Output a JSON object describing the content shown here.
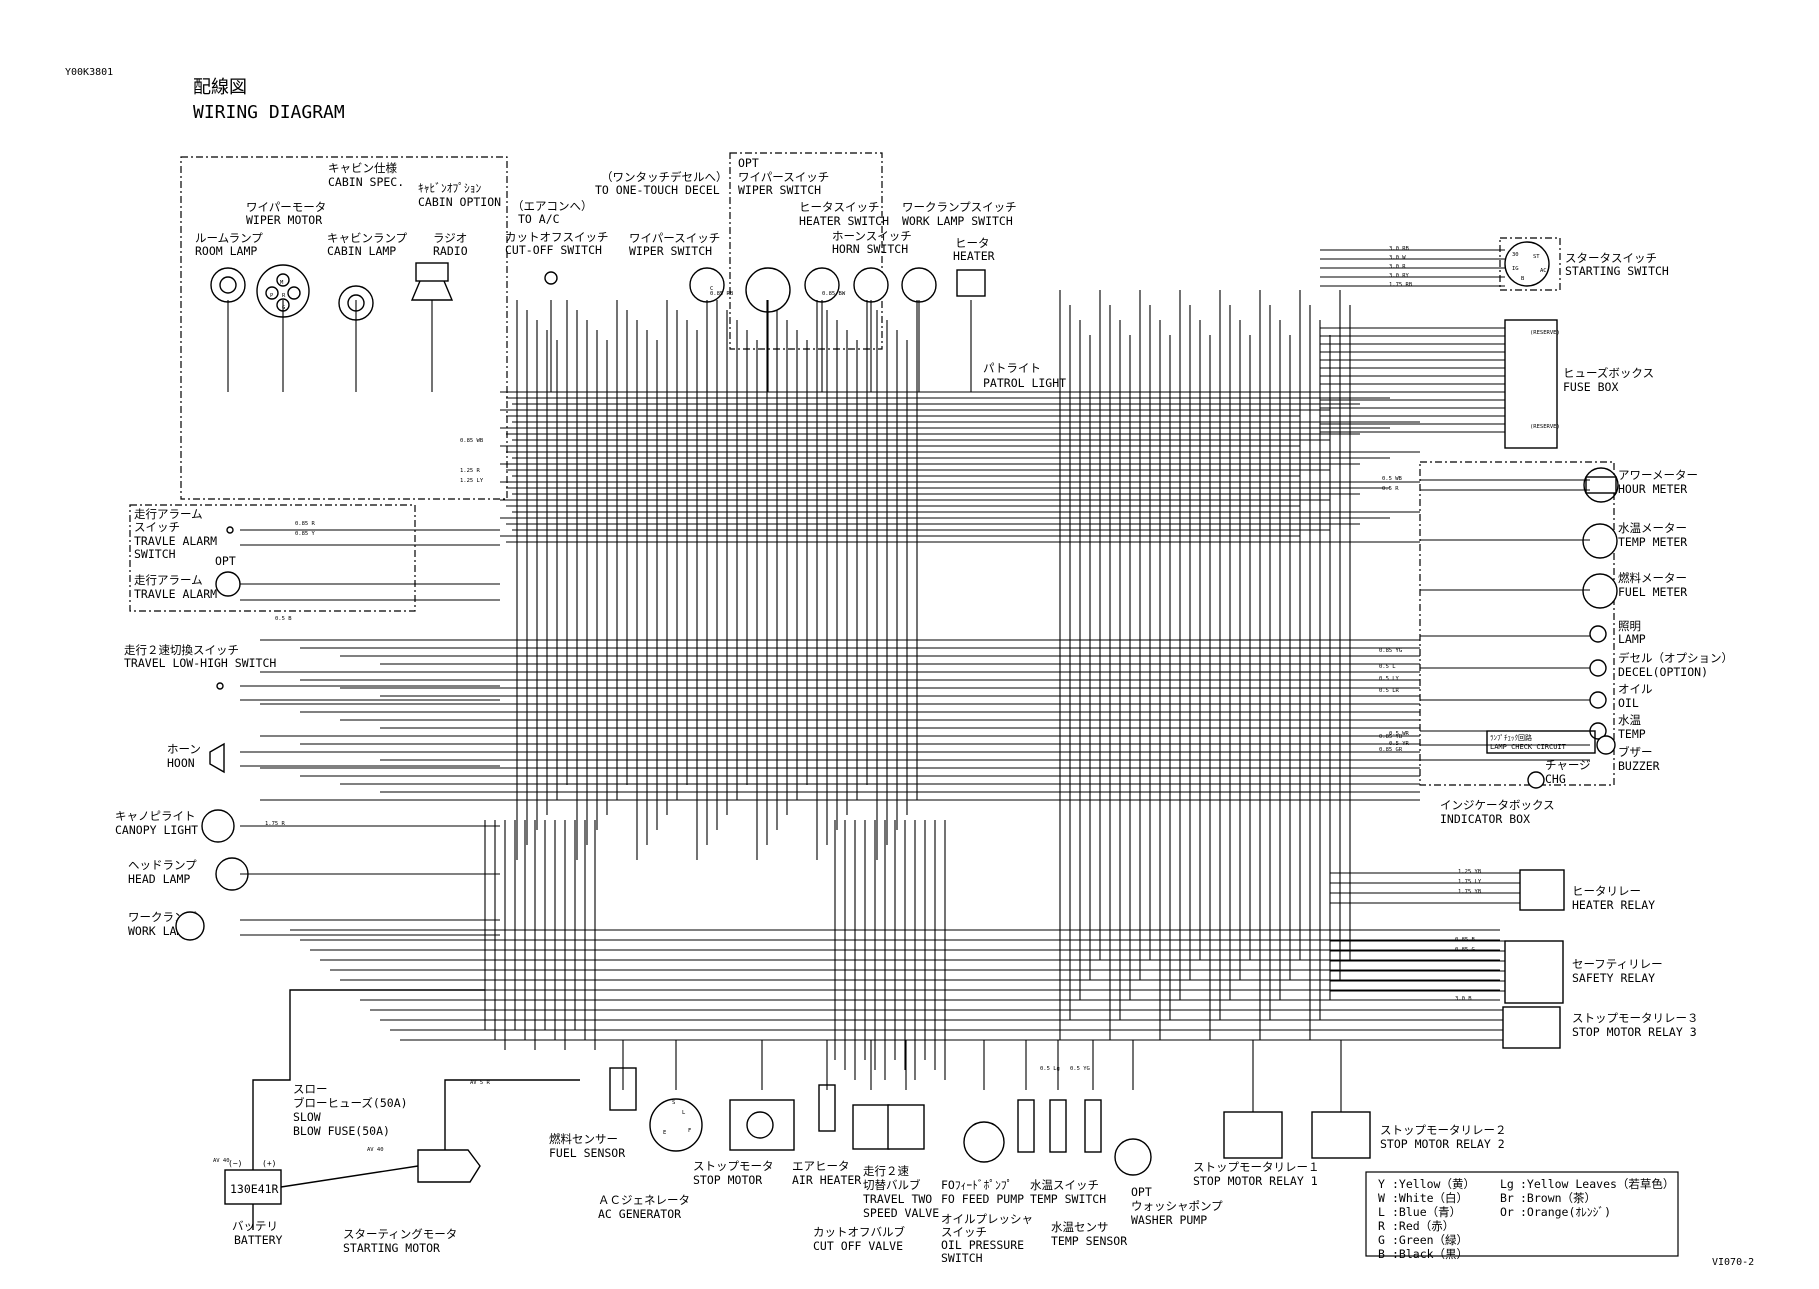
{
  "doc": {
    "id": "Y00K3801",
    "page": "VI070-2"
  },
  "title": {
    "ja": "配線図",
    "en": "WIRING DIAGRAM"
  },
  "groups": {
    "cabin_spec": {
      "ja": "キャビン仕様",
      "en": "CABIN SPEC."
    },
    "cabin_option": {
      "ja": "ｷｬﾋﾞﾝｵﾌﾟｼｮﾝ",
      "en": "CABIN OPTION"
    },
    "to_ac": {
      "ja": "（エアコンへ）",
      "en": "TO A/C"
    },
    "to_decel": {
      "ja": "（ワンタッチデセルへ）",
      "en": "TO ONE-TOUCH DECEL"
    },
    "opt_wiper": {
      "opt": "OPT",
      "ja": "ワイパースイッチ",
      "en": "WIPER SWITCH"
    },
    "indicator_box": {
      "ja": "インジケータボックス",
      "en": "INDICATOR BOX"
    },
    "lamp_check": {
      "ja": "ﾗﾝﾌﾟﾁｪｯｸ回路",
      "en": "LAMP CHECK CIRCUIT"
    }
  },
  "components": {
    "wiper_motor": {
      "ja": "ワイパーモータ",
      "en": "WIPER MOTOR"
    },
    "room_lamp": {
      "ja": "ルームランプ",
      "en": "ROOM LAMP"
    },
    "cabin_lamp": {
      "ja": "キャビンランプ",
      "en": "CABIN LAMP"
    },
    "radio": {
      "ja": "ラジオ",
      "en": "RADIO"
    },
    "cutoff_switch": {
      "ja": "カットオフスイッチ",
      "en": "CUT-OFF SWITCH"
    },
    "wiper_switch": {
      "ja": "ワイパースイッチ",
      "en": "WIPER SWITCH"
    },
    "heater_switch": {
      "ja": "ヒータスイッチ",
      "en": "HEATER SWITCH"
    },
    "work_lamp_switch": {
      "ja": "ワークランプスイッチ",
      "en": "WORK LAMP SWITCH"
    },
    "horn_switch": {
      "ja": "ホーンスイッチ",
      "en": "HORN SWITCH"
    },
    "heater": {
      "ja": "ヒータ",
      "en": "HEATER"
    },
    "patrol_light": {
      "ja": "パトライト",
      "en": "PATROL LIGHT"
    },
    "starting_switch": {
      "ja": "スタータスイッチ",
      "en": "STARTING SWITCH"
    },
    "fuse_box": {
      "ja": "ヒューズボックス",
      "en": "FUSE BOX"
    },
    "travel_alarm_switch": {
      "ja1": "走行アラーム",
      "ja2": "スイッチ",
      "en1": "TRAVLE ALARM",
      "en2": "SWITCH"
    },
    "travel_alarm": {
      "ja": "走行アラーム",
      "en": "TRAVLE ALARM",
      "opt": "OPT"
    },
    "travel_lowhigh": {
      "ja": "走行２速切換スイッチ",
      "en": "TRAVEL LOW-HIGH SWITCH"
    },
    "horn": {
      "ja": "ホーン",
      "en": "HOON"
    },
    "canopy_light": {
      "ja": "キャノピライト",
      "en": "CANOPY LIGHT"
    },
    "head_lamp": {
      "ja": "ヘッドランプ",
      "en": "HEAD LAMP"
    },
    "work_lamp": {
      "ja": "ワークランプ",
      "en": "WORK LAMP"
    },
    "hour_meter": {
      "ja": "アワーメーター",
      "en": "HOUR METER"
    },
    "temp_meter": {
      "ja": "水温メーター",
      "en": "TEMP METER"
    },
    "fuel_meter": {
      "ja": "燃料メーター",
      "en": "FUEL METER"
    },
    "lamp": {
      "ja": "照明",
      "en": "LAMP"
    },
    "decel": {
      "ja": "デセル（オプション）",
      "en": "DECEL(OPTION)"
    },
    "oil": {
      "ja": "オイル",
      "en": "OIL"
    },
    "temp": {
      "ja": "水温",
      "en": "TEMP"
    },
    "buzzer": {
      "ja": "ブザー",
      "en": "BUZZER"
    },
    "charge": {
      "ja": "チャージ",
      "en": "CHG"
    },
    "heater_relay": {
      "ja": "ヒータリレー",
      "en": "HEATER RELAY"
    },
    "safety_relay": {
      "ja": "セーフティリレー",
      "en": "SAFETY RELAY"
    },
    "stop_relay3": {
      "ja": "ストップモータリレー３",
      "en": "STOP MOTOR RELAY 3"
    },
    "stop_relay2": {
      "ja": "ストップモータリレー２",
      "en": "STOP MOTOR RELAY 2"
    },
    "stop_relay1": {
      "ja": "ストップモータリレー１",
      "en": "STOP MOTOR RELAY 1"
    },
    "slow_blow_fuse": {
      "ja1": "スロー",
      "ja2": "ブローヒューズ(50A)",
      "en1": "SLOW",
      "en2": "BLOW FUSE(50A)"
    },
    "battery": {
      "ja": "バッテリ",
      "en": "BATTERY",
      "model": "130E41R",
      "minus": "(−)",
      "plus": "(+)"
    },
    "starting_motor": {
      "ja": "スターティングモータ",
      "en": "STARTING MOTOR"
    },
    "fuel_sensor": {
      "ja": "燃料センサー",
      "en": "FUEL SENSOR"
    },
    "ac_generator": {
      "ja": "ＡＣジェネレータ",
      "en": "AC GENERATOR"
    },
    "stop_motor": {
      "ja": "ストップモータ",
      "en": "STOP MOTOR"
    },
    "air_heater": {
      "ja": "エアヒータ",
      "en": "AIR HEATER"
    },
    "travel_two_speed": {
      "ja1": "走行２速",
      "ja2": "切替バルブ",
      "en1": "TRAVEL TWO",
      "en2": "SPEED VALVE"
    },
    "cutoff_valve": {
      "ja": "カットオフバルブ",
      "en": "CUT OFF VALVE"
    },
    "fo_feed_pump": {
      "ja": "FOﾌｨｰﾄﾞﾎﾟﾝﾌﾟ",
      "en": "FO FEED PUMP"
    },
    "oil_pressure": {
      "ja1": "オイルプレッシャ",
      "ja2": "スイッチ",
      "en1": "OIL PRESSURE",
      "en2": "SWITCH"
    },
    "temp_switch": {
      "ja": "水温スイッチ",
      "en": "TEMP SWITCH"
    },
    "temp_sensor": {
      "ja": "水温センサ",
      "en": "TEMP SENSOR"
    },
    "washer_pump": {
      "opt": "OPT",
      "ja": "ウォッシャポンプ",
      "en": "WASHER PUMP"
    }
  },
  "legend": [
    {
      "code": "Y",
      "name": ":Yellow（黄）"
    },
    {
      "code": "W",
      "name": ":White（白）"
    },
    {
      "code": "L",
      "name": ":Blue（青）"
    },
    {
      "code": "R",
      "name": ":Red（赤）"
    },
    {
      "code": "G",
      "name": ":Green（緑）"
    },
    {
      "code": "B",
      "name": ":Black（黒）"
    }
  ],
  "legend2": [
    {
      "code": "Lg",
      "name": ":Yellow Leaves（若草色）"
    },
    {
      "code": "Br",
      "name": ":Brown（茶）"
    },
    {
      "code": "Or",
      "name": ":Orange(ｵﾚﾝｼﾞ)"
    }
  ],
  "wires": {
    "w1": "3.0 RB",
    "w2": "3.0 W",
    "w3": "3.0 R",
    "w4": "3.0 RY",
    "w5": "1.75 RB",
    "w6": "0.5 WB",
    "w7": "0.5 R",
    "w8": "0.85 WB",
    "w9": "1.25 LY",
    "w10": "1.25 R",
    "w11": "0.5 L",
    "w12": "0.5 LY",
    "w13": "0.5 LR",
    "w14": "0.85 YG",
    "w15": "0.85 YB",
    "w16": "0.85 GR",
    "w17": "1.25 YB",
    "w18": "1.75 LY",
    "w19": "0.85 R",
    "w20": "1.75 R",
    "w21": "0.85 Y",
    "w22": "0.5 B",
    "w23": "0.85 B",
    "w24": "0.85 G",
    "w25": "0.5 WR",
    "w26": "0.5 YR",
    "w27": "3.0 B",
    "w28": "AV 5 R",
    "w29": "AV 40",
    "w30": "AV 40",
    "w31": "1.75 YB",
    "w32": "0.5 Lg",
    "w33": "0.5 YG",
    "w34": "0.85 RB",
    "w35": "0.85 BW"
  },
  "terminals": {
    "t1": "30",
    "t2": "IG",
    "t3": "ST",
    "t4": "AC",
    "t5": "B",
    "t6": "M",
    "t7": "E",
    "t8": "L",
    "t9": "S",
    "t10": "F",
    "t11": "R",
    "t12": "G",
    "t13": "P",
    "t14": "C"
  },
  "fuse_notes": {
    "reserve1": "(RESERVE)",
    "reserve2": "(RESERVE)"
  }
}
